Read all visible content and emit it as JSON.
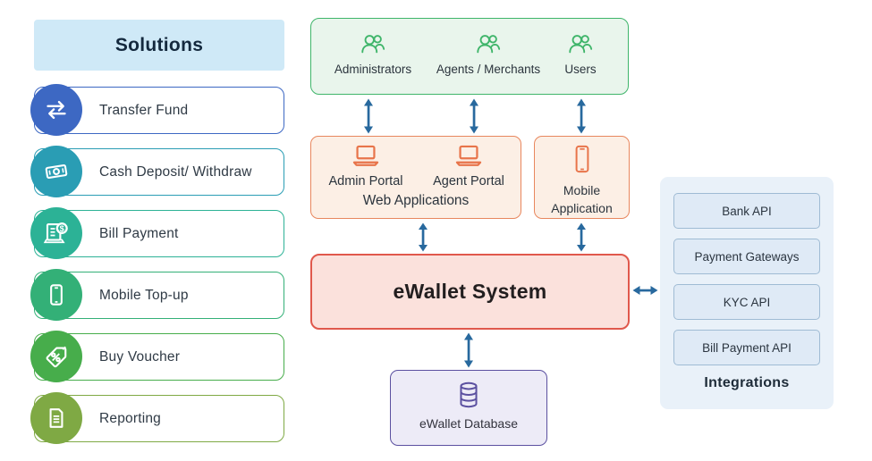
{
  "palette": {
    "arrow": "#28699e",
    "solutions_header_bg": "#cfe9f7",
    "actors_border": "#3fb56a",
    "web_border": "#e8875e",
    "ewallet_border": "#e0584c",
    "database_border": "#5b50a0",
    "integrations_bg": "#e9f1f9"
  },
  "sidebar": {
    "title": "Solutions",
    "items": [
      {
        "label": "Transfer Fund",
        "icon": "transfer-icon",
        "color": "#3d68c3"
      },
      {
        "label": "Cash Deposit/ Withdraw",
        "icon": "cash-icon",
        "color": "#2a9db4"
      },
      {
        "label": "Bill Payment",
        "icon": "bill-payment-icon",
        "color": "#2cb296"
      },
      {
        "label": "Mobile Top-up",
        "icon": "smartphone-icon",
        "color": "#33b077"
      },
      {
        "label": "Buy Voucher",
        "icon": "voucher-tag-icon",
        "color": "#47ad4b"
      },
      {
        "label": "Reporting",
        "icon": "report-doc-icon",
        "color": "#7fa944"
      }
    ]
  },
  "actors": {
    "icon": "users-icon",
    "groups": [
      {
        "label": "Administrators"
      },
      {
        "label": "Agents / Merchants"
      },
      {
        "label": "Users"
      }
    ]
  },
  "web_apps": {
    "title": "Web Applications",
    "icon": "laptop-icon",
    "portals": [
      {
        "label": "Admin Portal"
      },
      {
        "label": "Agent Portal"
      }
    ]
  },
  "mobile_app": {
    "label": "Mobile Application",
    "icon": "phone-icon"
  },
  "ewallet": {
    "title": "eWallet System"
  },
  "database": {
    "label": "eWallet Database",
    "icon": "database-icon"
  },
  "integrations": {
    "title": "Integrations",
    "apis": [
      {
        "label": "Bank API"
      },
      {
        "label": "Payment Gateways"
      },
      {
        "label": "KYC API"
      },
      {
        "label": "Bill Payment API"
      }
    ]
  }
}
